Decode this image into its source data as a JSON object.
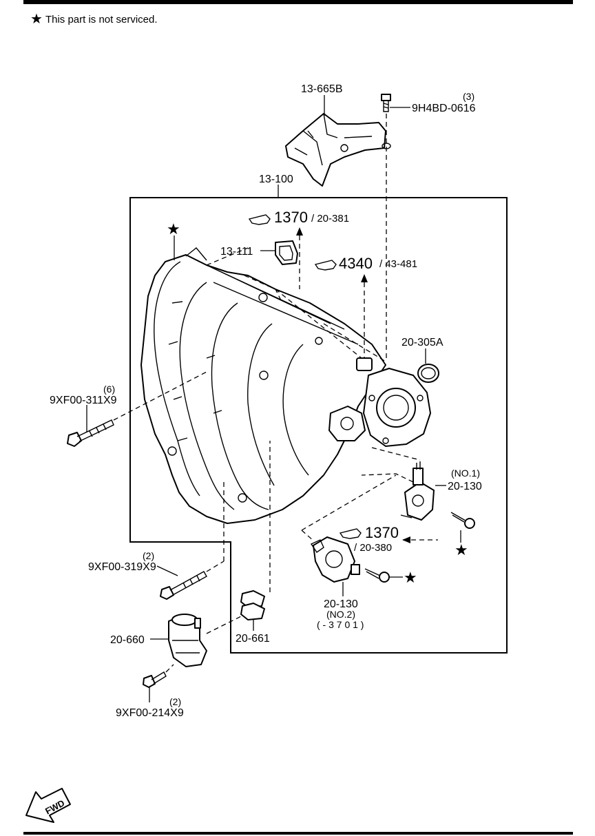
{
  "note": {
    "symbol": "★",
    "text": "This part is not serviced."
  },
  "labels": {
    "bracket": "13-665B",
    "bolt_top_qty": "(3)",
    "bolt_top": "9H4BD-0616",
    "manifold": "13-100",
    "gasket_ref": "1370",
    "gasket_ref_sub": "/ 20-381",
    "gasket": "13-111",
    "sensor_ref": "4340",
    "sensor_ref_sub": "/ 43-481",
    "oring": "20-305A",
    "bolt_left_qty": "(6)",
    "bolt_left": "9XF00-311X9",
    "valve1_note": "(NO.1)",
    "valve1": "20-130",
    "valve_ref": "1370",
    "valve_ref_sub": "/ 20-380",
    "bolt_mid_qty": "(2)",
    "bolt_mid": "9XF00-319X9",
    "valve2": "20-130",
    "valve2_note": "(NO.2)",
    "valve2_range": "( - 3 7 0 1 )",
    "solenoid": "20-660",
    "solenoid_gasket": "20-661",
    "bolt_low_qty": "(2)",
    "bolt_low": "9XF00-214X9",
    "star": "★",
    "fwd": "FWD"
  }
}
